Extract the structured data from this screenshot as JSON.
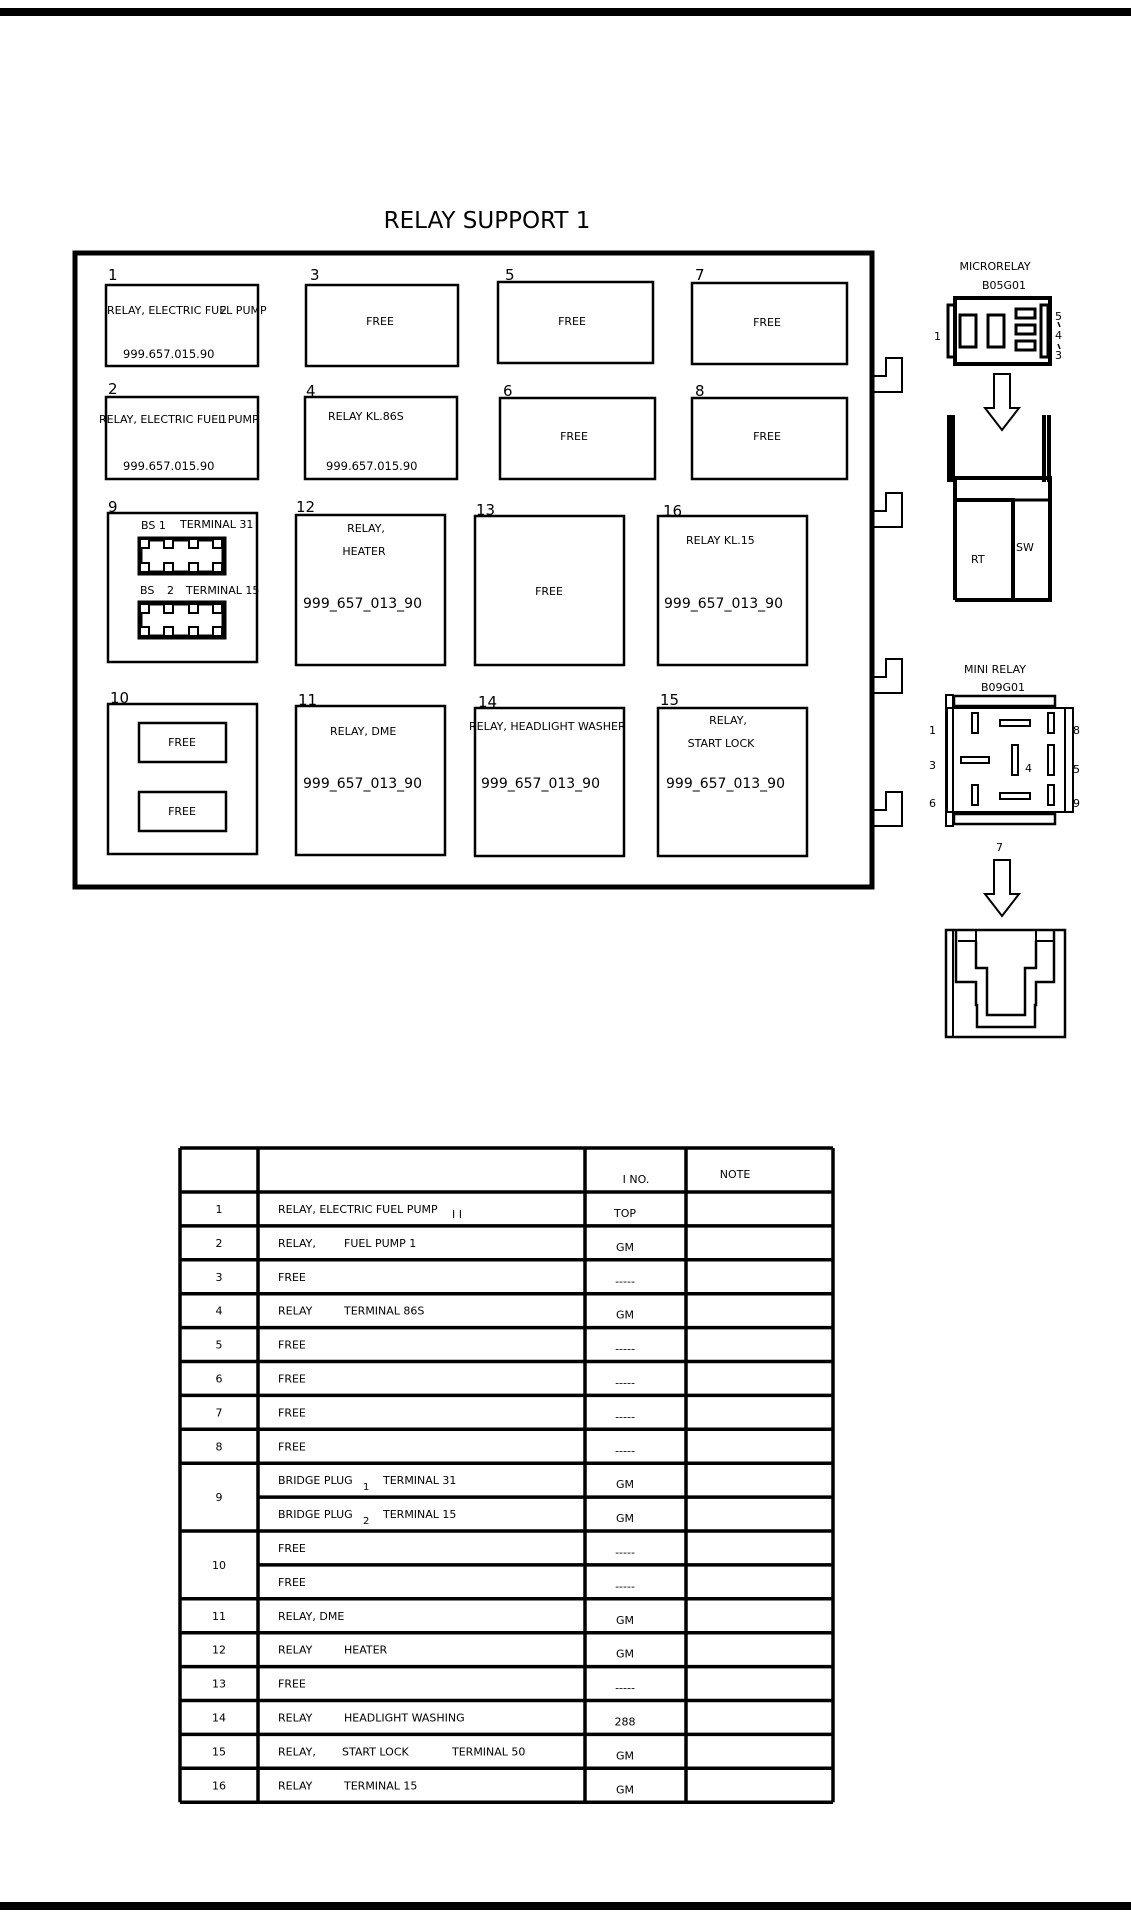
{
  "title": "RELAY SUPPORT 1",
  "slots": [
    {
      "num": "1",
      "lines": [
        "RELAY, ELECTRIC FUEL PUMP",
        "999.657.015.90"
      ],
      "marker": "2"
    },
    {
      "num": "2",
      "lines": [
        "RELAY, ELECTRIC FUEL PUMP",
        "999.657.015.90"
      ],
      "marker": "1"
    },
    {
      "num": "3",
      "lines": [
        "FREE"
      ]
    },
    {
      "num": "4",
      "lines": [
        "RELAY KL.86S",
        "999.657.015.90"
      ]
    },
    {
      "num": "5",
      "lines": [
        "FREE"
      ]
    },
    {
      "num": "6",
      "lines": [
        "FREE"
      ]
    },
    {
      "num": "7",
      "lines": [
        "FREE"
      ]
    },
    {
      "num": "8",
      "lines": [
        "FREE"
      ]
    },
    {
      "num": "9",
      "lines": [
        "BS 1",
        "TERMINAL 31",
        "BS",
        "2",
        "TERMINAL 15"
      ]
    },
    {
      "num": "10",
      "lines": [
        "FREE",
        "FREE"
      ]
    },
    {
      "num": "11",
      "lines": [
        "RELAY, DME",
        "999_657_013_90"
      ]
    },
    {
      "num": "12",
      "lines": [
        "RELAY,",
        "HEATER",
        "999_657_013_90"
      ]
    },
    {
      "num": "13",
      "lines": [
        "FREE"
      ]
    },
    {
      "num": "14",
      "lines": [
        "RELAY, HEADLIGHT WASHER",
        "999_657_013_90"
      ]
    },
    {
      "num": "15",
      "lines": [
        "RELAY,",
        "START LOCK",
        "999_657_013_90"
      ]
    },
    {
      "num": "16",
      "lines": [
        "RELAY KL.15",
        "999_657_013_90"
      ]
    }
  ],
  "microrelay": {
    "title": "MICRORELAY",
    "code": "B05G01",
    "pins": [
      "1",
      "5",
      "4",
      "3"
    ],
    "labels": [
      "RT",
      "SW"
    ]
  },
  "minirelay": {
    "title": "MINI RELAY",
    "code": "B09G01",
    "pins": [
      "1",
      "3",
      "6",
      "8",
      "5",
      "9",
      "4",
      "7"
    ]
  },
  "table": {
    "headers": [
      "",
      "",
      "I NO.",
      "NOTE"
    ],
    "rows": [
      {
        "num": "1",
        "desc": [
          "RELAY, ELECTRIC FUEL PUMP",
          "I I"
        ],
        "ino": "TOP"
      },
      {
        "num": "2",
        "desc": [
          "RELAY,",
          "FUEL PUMP 1"
        ],
        "ino": "GM"
      },
      {
        "num": "3",
        "desc": [
          "FREE"
        ],
        "ino": "-----"
      },
      {
        "num": "4",
        "desc": [
          "RELAY",
          "TERMINAL 86S"
        ],
        "ino": "GM"
      },
      {
        "num": "5",
        "desc": [
          "FREE"
        ],
        "ino": "-----"
      },
      {
        "num": "6",
        "desc": [
          "FREE"
        ],
        "ino": "-----"
      },
      {
        "num": "7",
        "desc": [
          "FREE"
        ],
        "ino": "-----"
      },
      {
        "num": "8",
        "desc": [
          "FREE"
        ],
        "ino": "-----"
      },
      {
        "num": "9",
        "desc": [
          "BRIDGE PLUG",
          "1",
          "TERMINAL 31"
        ],
        "ino": "GM"
      },
      {
        "num": "",
        "desc": [
          "BRIDGE PLUG",
          "2",
          "TERMINAL 15"
        ],
        "ino": "GM"
      },
      {
        "num": "10",
        "desc": [
          "FREE"
        ],
        "ino": "-----"
      },
      {
        "num": "",
        "desc": [
          "FREE"
        ],
        "ino": "-----"
      },
      {
        "num": "11",
        "desc": [
          "RELAY, DME"
        ],
        "ino": "GM"
      },
      {
        "num": "12",
        "desc": [
          "RELAY",
          "HEATER"
        ],
        "ino": "GM"
      },
      {
        "num": "13",
        "desc": [
          "FREE"
        ],
        "ino": "-----"
      },
      {
        "num": "14",
        "desc": [
          "RELAY",
          "HEADLIGHT WASHING"
        ],
        "ino": "288"
      },
      {
        "num": "15",
        "desc": [
          "RELAY,",
          "START LOCK",
          "TERMINAL 50"
        ],
        "ino": "GM"
      },
      {
        "num": "16",
        "desc": [
          "RELAY",
          "TERMINAL 15"
        ],
        "ino": "GM"
      }
    ]
  }
}
